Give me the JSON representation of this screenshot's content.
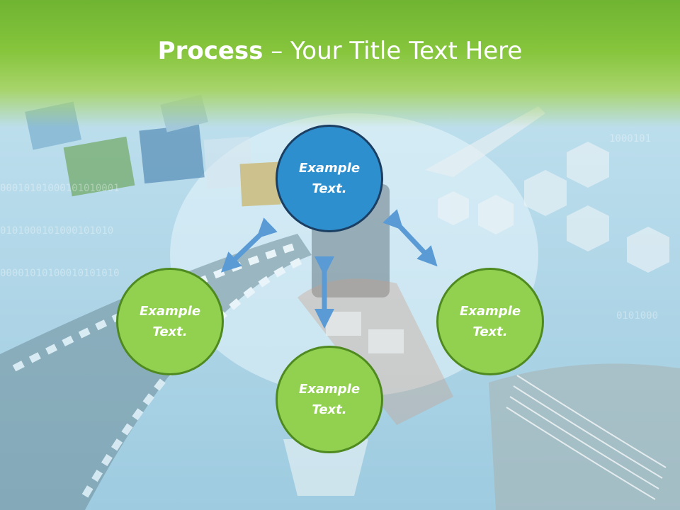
{
  "slide": {
    "title_bold": "Process",
    "title_dash": " – ",
    "title_rest": "Your Title Text Here"
  },
  "nodes": {
    "top": {
      "line1": "Example",
      "line2": "Text.",
      "color": "#2e8fcf"
    },
    "left": {
      "line1": "Example",
      "line2": "Text.",
      "color": "#92d050"
    },
    "right": {
      "line1": "Example",
      "line2": "Text.",
      "color": "#92d050"
    },
    "bottom": {
      "line1": "Example",
      "line2": "Text.",
      "color": "#92d050"
    }
  },
  "colors": {
    "arrow": "#5b9bd5",
    "title_bar": "#86c53c"
  }
}
